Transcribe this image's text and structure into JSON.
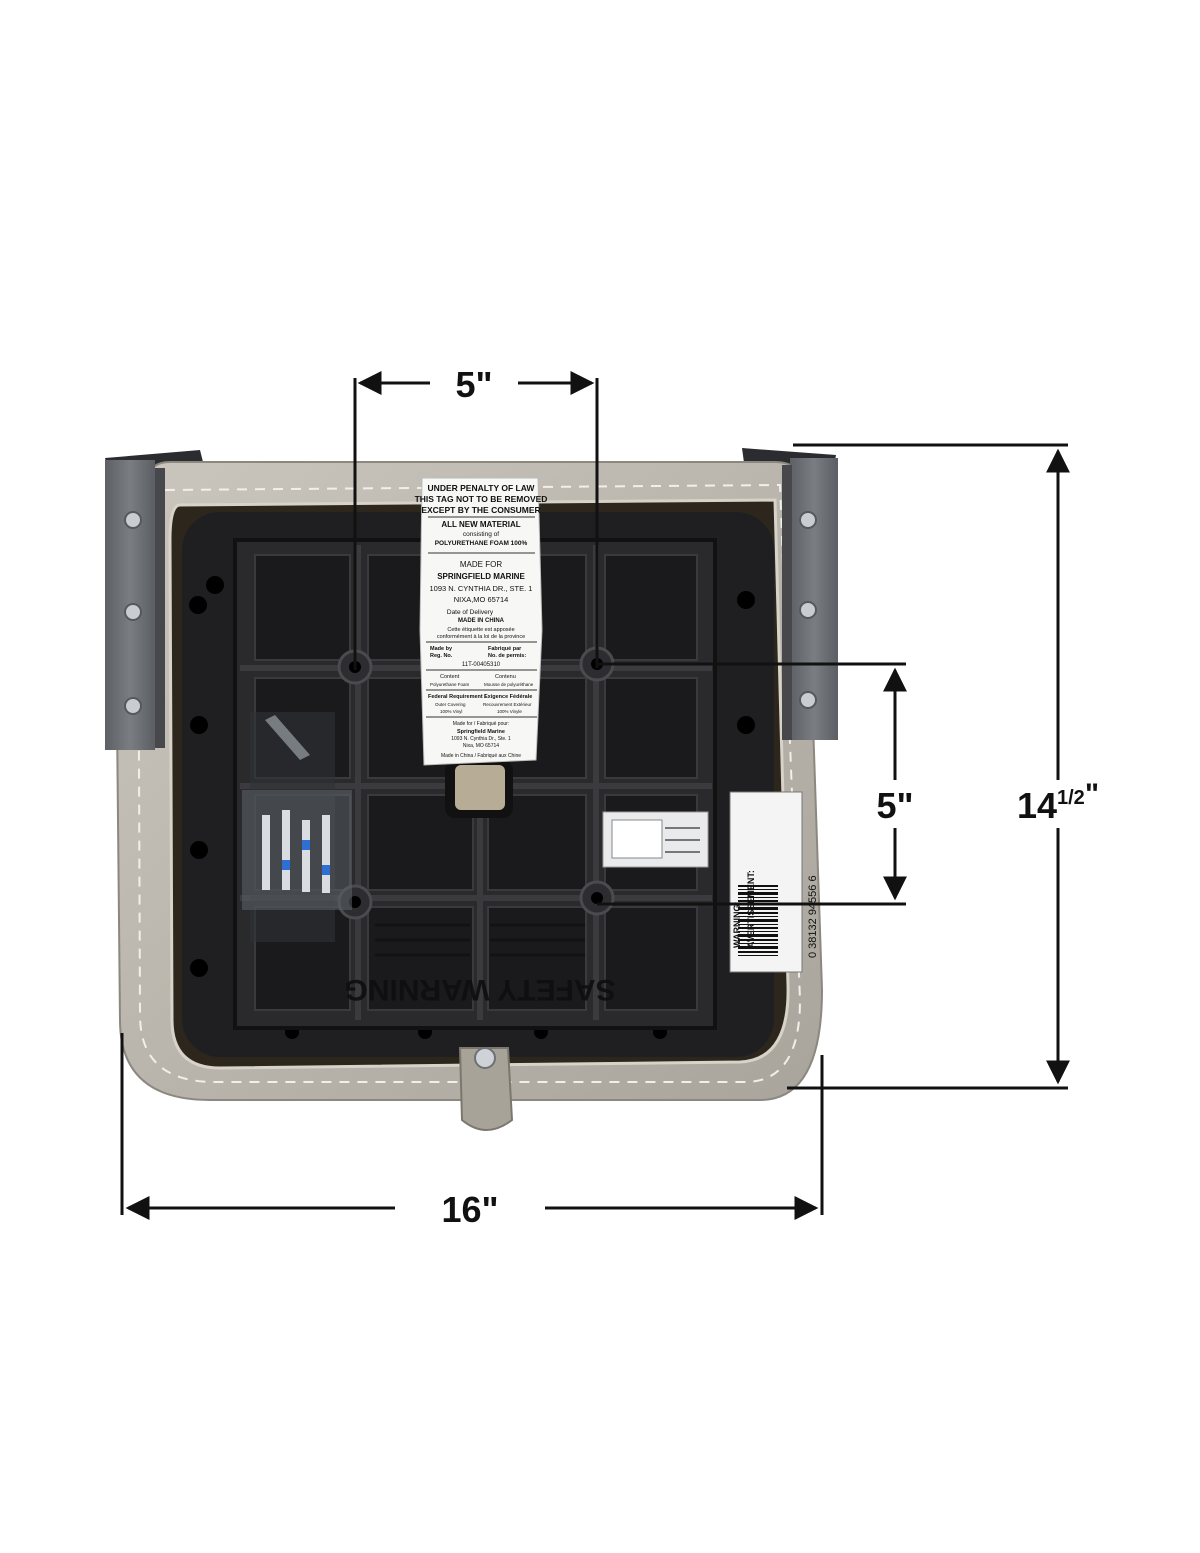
{
  "dimensions": {
    "top_width": "5\"",
    "vertical_inner": "5\"",
    "overall_height_whole": "14",
    "overall_height_fraction": "1/2",
    "overall_height_unit": "\"",
    "overall_width": "16\""
  },
  "law_tag": {
    "line1": "UNDER PENALTY OF LAW",
    "line2": "THIS TAG NOT TO BE REMOVED",
    "line3": "EXCEPT BY THE CONSUMER",
    "material_title": "ALL NEW MATERIAL",
    "material_sub": "consisting of",
    "material_detail": "POLYURETHANE FOAM 100%",
    "made_for": "MADE FOR",
    "company": "SPRINGFIELD MARINE",
    "address1": "1093 N. CYNTHIA DR., STE. 1",
    "address2": "NIXA,MO 65714",
    "date_line": "Date of Delivery",
    "made_in": "MADE IN CHINA",
    "french1": "Cette étiquette est apposée",
    "french2": "conformément à la loi de la province",
    "made_by": "Made by",
    "reg_no": "Reg. No.",
    "fabrique_par": "Fabriqué par",
    "no_permis": "No. de permis:",
    "reg_value": "11T-00405310",
    "content": "Content",
    "contenu": "Contenu",
    "content_value": "Polyurethane Foam",
    "contenu_value": "Mousse de polyuréthane",
    "fed_req": "Federal Requirement /",
    "exigence": "Exigence Fédérale",
    "outer": "Outer Covering",
    "outer_fr": "Recouvrement Extérieur",
    "vinyl": "100% Vinyl",
    "vinyle": "100% Vinyle",
    "made_for2": "Made for / Fabriqué pour:",
    "company2": "Springfield Marine",
    "address3": "1093 N. Cynthia Dr., Ste. 1",
    "address4": "Nixa, MO 65714",
    "made_in2": "Made in China / Fabriqué aux Chine"
  },
  "warning_label": {
    "warning": "WARNING:",
    "avertissement": "AVERTISSEMENT:",
    "barcode_number": "0 38132 94556 6"
  },
  "molded_text": {
    "safety_warning": "SAFETY WARNING"
  },
  "colors": {
    "vinyl": "#b9b5ad",
    "plastic_base": "#1f1f21",
    "bracket": "#6c6f74",
    "dimension_line": "#111111"
  }
}
